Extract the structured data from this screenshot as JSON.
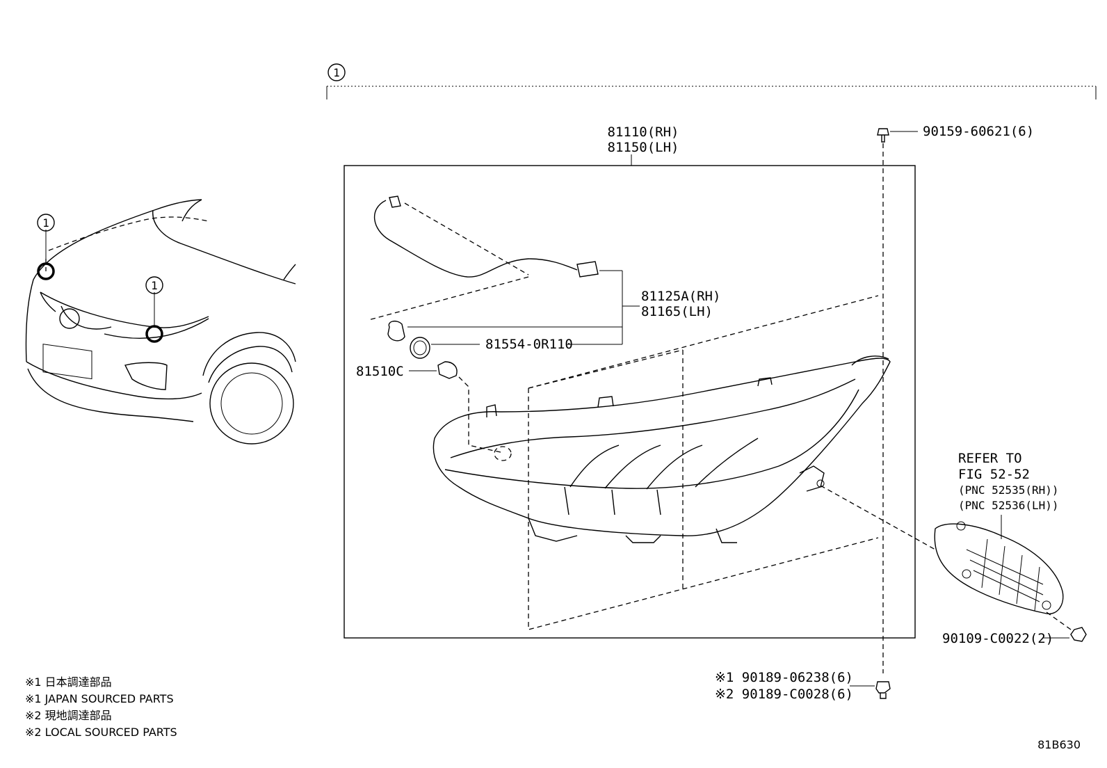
{
  "callout_number": "1",
  "parts": {
    "headlamp_rh": "81110(RH)",
    "headlamp_lh": "81150(LH)",
    "screw": "90159-60621(6)",
    "wire_rh": "81125A(RH)",
    "wire_lh": "81165(LH)",
    "gasket": "81554-0R110",
    "bulb": "81510C",
    "refer_line1": "REFER TO",
    "refer_line2": "FIG 52-52",
    "refer_line3": "(PNC 52535(RH))",
    "refer_line4": "(PNC 52536(LH))",
    "bolt": "90109-C0022(2)",
    "nut_1": "※1 90189-06238(6)",
    "nut_2": "※2 90189-C0028(6)"
  },
  "notes": [
    "※1 日本調達部品",
    "※1 JAPAN SOURCED PARTS",
    "※2 現地調達部品",
    "※2 LOCAL SOURCED PARTS"
  ],
  "figure_code": "81B630"
}
